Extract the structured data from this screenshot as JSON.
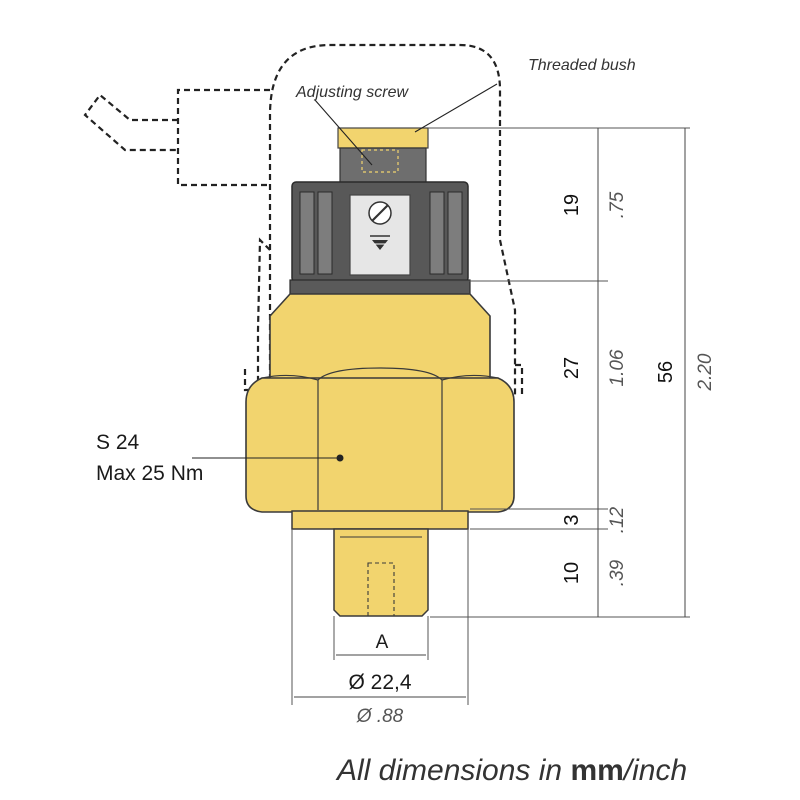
{
  "labels": {
    "threaded_bush": "Threaded bush",
    "adjusting_screw": "Adjusting screw",
    "hex_size": "S 24",
    "torque": "Max 25 Nm",
    "thread": "A",
    "diameter_mm": "Ø 22,4",
    "diameter_in": "Ø .88"
  },
  "dimensions": [
    {
      "mm": "19",
      "inch": ".75"
    },
    {
      "mm": "27",
      "inch": "1.06"
    },
    {
      "mm": "56",
      "inch": "2.20"
    },
    {
      "mm": "3",
      "inch": ".12"
    },
    {
      "mm": "10",
      "inch": ".39"
    }
  ],
  "footer": {
    "prefix": "All dimensions in ",
    "unit_mm": "mm",
    "separator": "/",
    "unit_inch": "inch"
  },
  "colors": {
    "body": "#f2d46e",
    "body_outline": "#3a3a3a",
    "cap_dark": "#5a5a5a",
    "cap_mid": "#7d7d7d",
    "screw_window": "#e6e6e6"
  }
}
